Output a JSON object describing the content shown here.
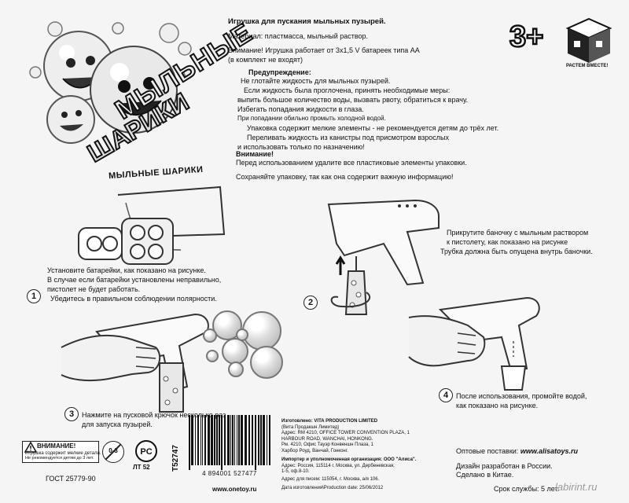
{
  "header": {
    "title": "Игрушка для пускания мыльных пузырей.",
    "material": "Материал: пластмасса, мыльный раствор.",
    "attention_line1": "Внимание! Игрушка работает от 3х1,5 V батареек типа АА",
    "attention_line2": "(в комплект не входят)",
    "age": "3+",
    "brand_text": "РАСТЕМ ВМЕСТЕ!"
  },
  "logo": {
    "line1": "МЫЛЬНЫЕ",
    "line2": "ШАРИКИ",
    "subtitle": "МЫЛЬНЫЕ ШАРИКИ"
  },
  "warning": {
    "heading": "Предупреждение:",
    "lines": [
      "Не глотайте жидкость для мыльных пузырей.",
      "Если жидкость была проглочена, принять необходимые меры:",
      "выпить большое количество воды, вызвать рвоту, обратиться к врачу.",
      "Избегать попадания жидкости в глаза.",
      "При попадании обильно промыть холодной водой.",
      "Упаковка содержит мелкие элементы - не рекомендуется детям  до трёх лет.",
      "Переливать жидкость из канистры под присмотром взрослых",
      "и использовать только по назначению!"
    ],
    "note_heading": "Внимание!",
    "note_text": "Перед использованием удалите все пластиковые элементы упаковки.",
    "keep_text": "Сохраняйте упаковку, так как она содержит важную информацию!"
  },
  "steps": {
    "step1": {
      "number": "1",
      "lines": [
        "Установите батарейки, как показано на рисунке.",
        "В случае если батарейки установлены неправильно,",
        "пистолет не будет работать.",
        "Убедитесь в правильном соблюдении полярности."
      ]
    },
    "step2": {
      "number": "2",
      "lines": [
        "Прикрутите баночку с мыльным раствором",
        "к пистолету, как показано на рисунке",
        "Трубка должна быть опущена внутрь баночки."
      ]
    },
    "step3": {
      "number": "3",
      "lines": [
        "Нажмите на пусковой крючок несколько раз",
        "для запуска пузырей."
      ]
    },
    "step4": {
      "number": "4",
      "lines": [
        "После использования, промойте водой,",
        "как показано на рисунке."
      ]
    }
  },
  "footer": {
    "warn_box_title": "ВНИМАНИЕ!",
    "warn_box_line1": "Игрушка содержит мелкие детали.",
    "warn_box_line2": "Не рекомендуется детям до 3 лет.",
    "age_icon": "0-3",
    "cert_code": "ЛТ 52",
    "gost": "ГОСТ 25779-90",
    "side_code": "Т52747",
    "barcode": "4 894001 527477",
    "site": "www.onetoy.ru",
    "maker_label": "Изготовлено:",
    "maker_name": "VITA PRODUCTION LIMITED",
    "maker_lines": [
      "(Вита Продакшн Лимитед)",
      "Адрес: RM 4210, OFFICE TOWER CONVENTION PLAZA, 1",
      "HARBOUR ROAD, WANCHAI, HONKONG.",
      "Рм. 4210, Офис Тауэр Конвеншн Плаза, 1",
      "Харбор Роуд, Ванчай, Гонконг."
    ],
    "importer_label": "Импортер и уполномоченная организация:",
    "importer_name": "ООО \"Алиса\".",
    "importer_lines": [
      "Адрес: Россия, 115114 г. Москва,  ул. Дербеневская,",
      "1-5, оф.8-10."
    ],
    "letters_line": "Адрес для писем:  115054, г. Москва, а/я 106.",
    "date_label": "Дата изготовления\\Production date:",
    "date_value": "25/06/2012",
    "wholesale_label": "Оптовые поставки:",
    "wholesale_site": "www.alisatoys.ru",
    "designed": "Дизайн разработан в России.",
    "made": "Сделано в Китае.",
    "service": "Срок службы: 5 лет.",
    "watermark": "labirint.ru"
  }
}
